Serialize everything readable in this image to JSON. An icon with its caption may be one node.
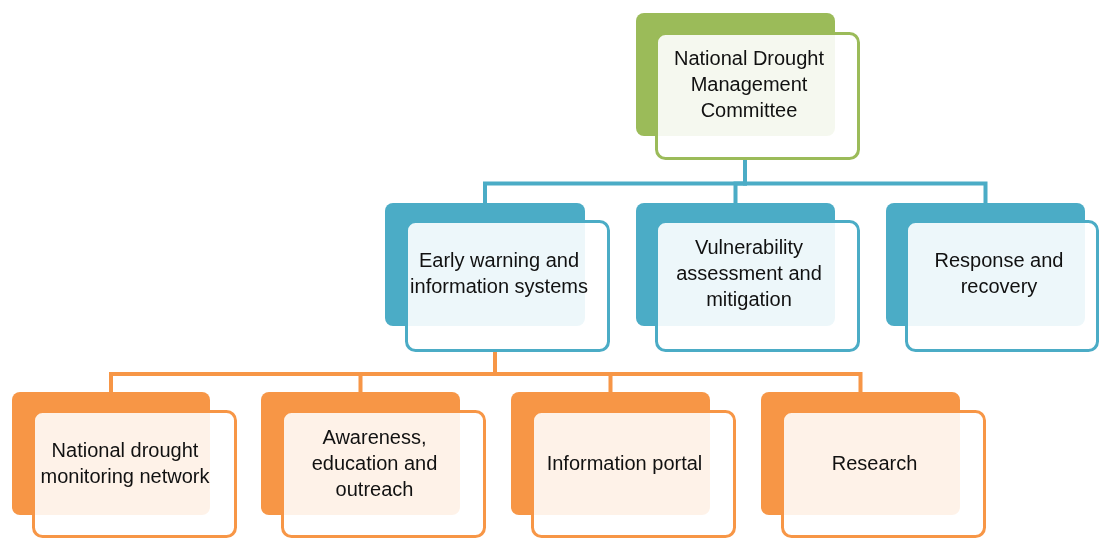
{
  "diagram": {
    "nodes": [
      {
        "text": [
          "National Drought Management Committee"
        ]
      },
      {
        "text": [
          "Early warning and information systems"
        ]
      },
      {
        "text": [
          "Vulnerability assessment and mitigation"
        ]
      },
      {
        "text": [
          "Response and recovery"
        ]
      },
      {
        "text": [
          "National drought monitoring network"
        ]
      },
      {
        "text": [
          "Awareness, education and outreach"
        ]
      },
      {
        "text": [
          "Information portal"
        ]
      },
      {
        "text": [
          "Research"
        ]
      }
    ],
    "edges": [
      {
        "from": 0,
        "to": 1,
        "arrow": "none",
        "color": "#4bacc6"
      },
      {
        "from": 0,
        "to": 2,
        "arrow": "none",
        "color": "#4bacc6"
      },
      {
        "from": 0,
        "to": 3,
        "arrow": "none",
        "color": "#4bacc6"
      },
      {
        "from": 1,
        "to": 4,
        "arrow": "none",
        "color": "#f79646"
      },
      {
        "from": 1,
        "to": 5,
        "arrow": "none",
        "color": "#f79646"
      },
      {
        "from": 1,
        "to": 6,
        "arrow": "none",
        "color": "#f79646"
      },
      {
        "from": 1,
        "to": 7,
        "arrow": "none",
        "color": "#f79646"
      }
    ]
  }
}
